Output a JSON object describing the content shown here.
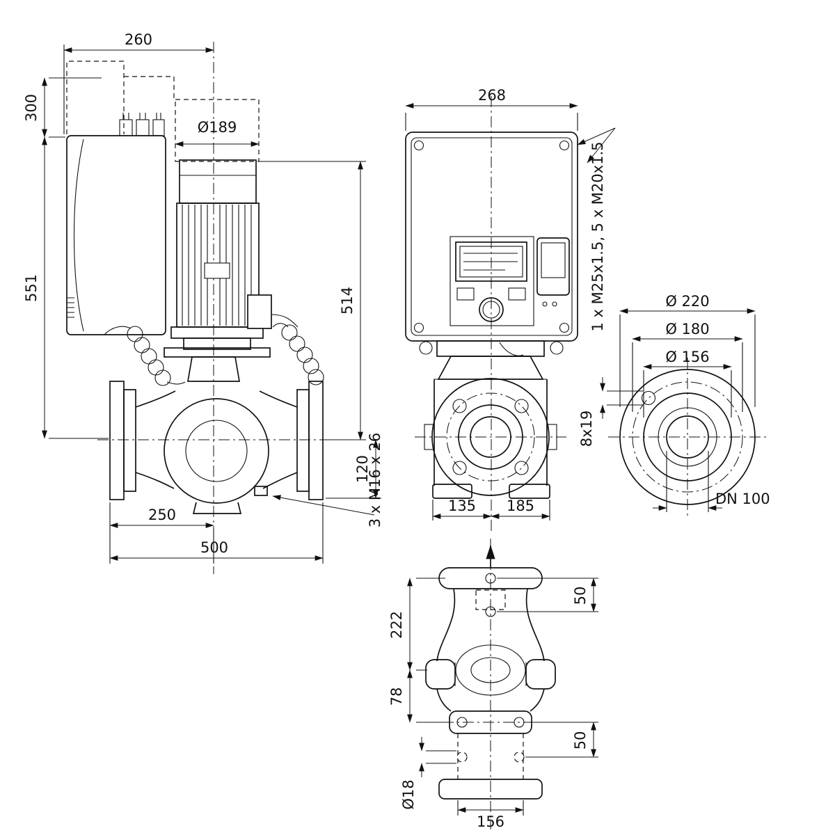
{
  "drawing": {
    "background": "#ffffff",
    "line_color": "#111111",
    "views": {
      "side": {
        "width_top": "260",
        "height_module": "300",
        "height_overall": "551",
        "motor_diameter": "Ø189",
        "motor_top_to_axis": "514",
        "axis_to_port_bottom": "120",
        "flange_to_center": "250",
        "port_to_port": "500",
        "screws": "3 x M16 x 26"
      },
      "front": {
        "width_module": "268",
        "cable_glands": "1 x M25x1.5, 5 x M20x1.5",
        "center_to_left": "135",
        "center_to_right": "185"
      },
      "flange": {
        "outer_diameter": "Ø 220",
        "bolt_circle_diameter": "Ø 180",
        "raised_face_diameter": "Ø 156",
        "bolt_holes": "8x19",
        "nominal_diameter": "DN 100"
      },
      "top": {
        "flange_to_axis": "222",
        "axis_to_base_holes": "78",
        "hole_spacing_upper": "50",
        "hole_spacing_lower": "50",
        "base_hole_diameter": "Ø18",
        "base_width": "156"
      }
    }
  }
}
